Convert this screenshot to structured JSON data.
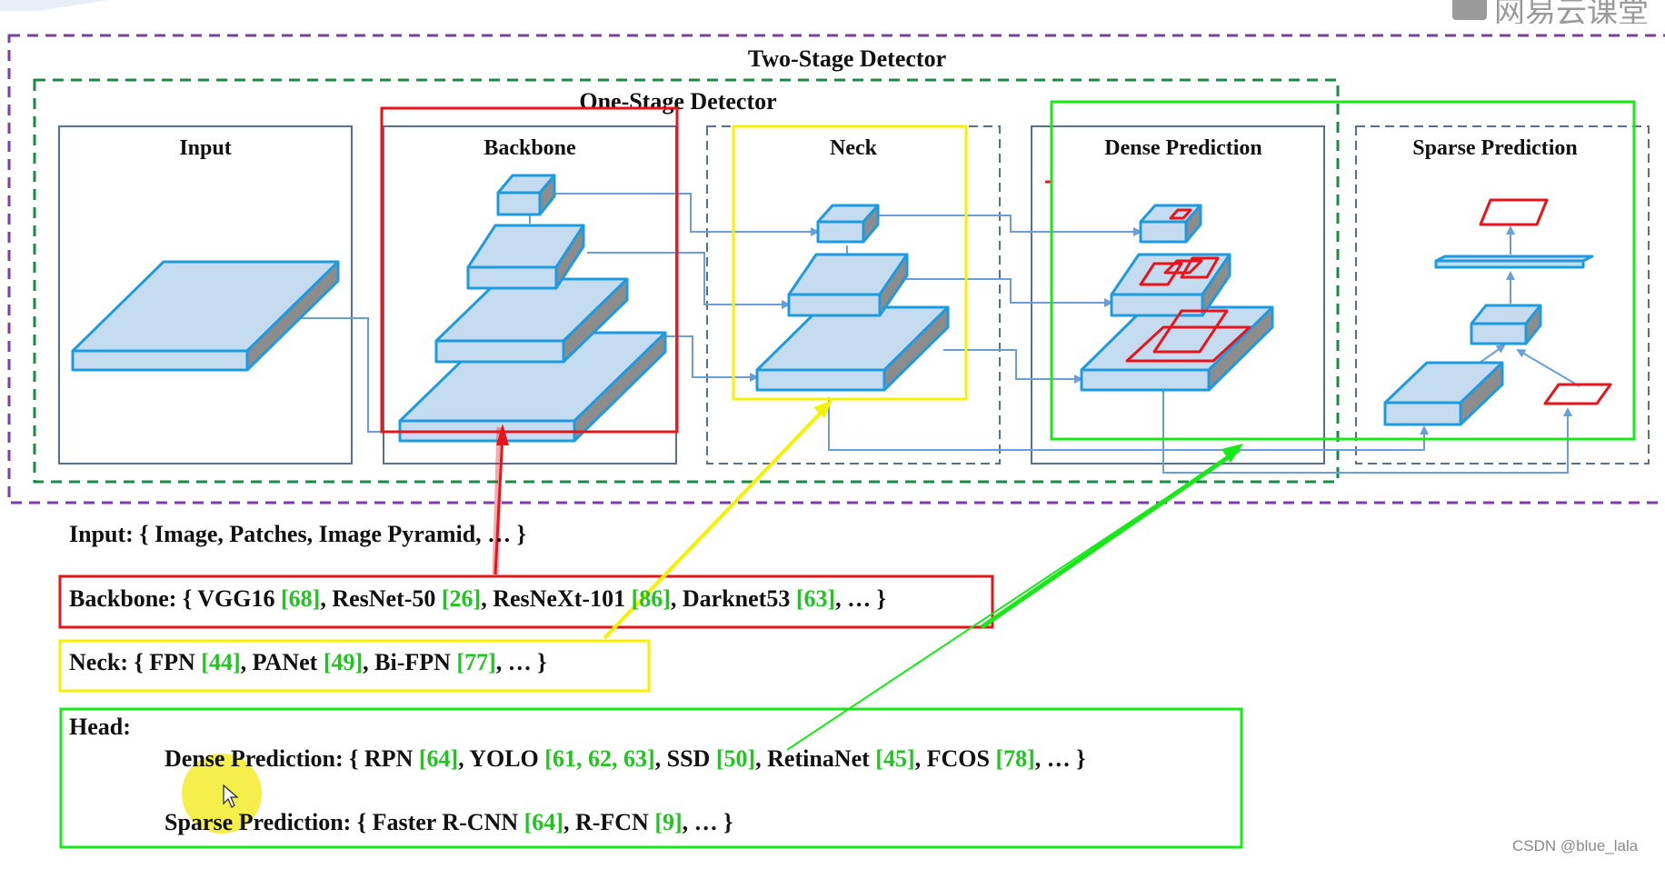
{
  "diagram": {
    "two_stage_title": "Two-Stage Detector",
    "one_stage_title": "One-Stage Detector",
    "stages": [
      {
        "id": "input",
        "label": "Input"
      },
      {
        "id": "backbone",
        "label": "Backbone"
      },
      {
        "id": "neck",
        "label": "Neck"
      },
      {
        "id": "dense",
        "label": "Dense Prediction"
      },
      {
        "id": "sparse",
        "label": "Sparse Prediction"
      }
    ]
  },
  "legend": {
    "input_line": "Input: { Image, Patches, Image Pyramid, … }",
    "backbone": {
      "prefix": "Backbone: { ",
      "items": [
        {
          "name": "VGG16 ",
          "ref": "[68]",
          "sep": ", "
        },
        {
          "name": "ResNet-50 ",
          "ref": "[26]",
          "sep": ", "
        },
        {
          "name": "ResNeXt-101 ",
          "ref": "[86]",
          "sep": ", "
        },
        {
          "name": "Darknet53 ",
          "ref": "[63]",
          "sep": ", … }"
        }
      ]
    },
    "neck": {
      "prefix": "Neck: { ",
      "items": [
        {
          "name": "FPN ",
          "ref": "[44]",
          "sep": ", "
        },
        {
          "name": "PANet ",
          "ref": "[49]",
          "sep": ", "
        },
        {
          "name": "Bi-FPN ",
          "ref": "[77]",
          "sep": ", … }"
        }
      ]
    },
    "head_label": "Head:",
    "dense": {
      "prefix": "Dense Prediction: { ",
      "items": [
        {
          "name": "RPN ",
          "ref": "[64]",
          "sep": ", "
        },
        {
          "name": "YOLO ",
          "ref": "[61, 62, 63]",
          "sep": ", "
        },
        {
          "name": "SSD ",
          "ref": "[50]",
          "sep": ", "
        },
        {
          "name": "RetinaNet ",
          "ref": "[45]",
          "sep": ", "
        },
        {
          "name": "FCOS ",
          "ref": "[78]",
          "sep": ", … }"
        }
      ]
    },
    "sparse": {
      "prefix": "Sparse Prediction: { ",
      "items": [
        {
          "name": "Faster R-CNN ",
          "ref": "[64]",
          "sep": ",  "
        },
        {
          "name": "R-FCN ",
          "ref": "[9]",
          "sep": ", … }"
        }
      ]
    }
  },
  "watermark": {
    "csdn": "CSDN @blue_lala",
    "logo_text": "网易云课堂"
  },
  "colors": {
    "purple_frame": "#7a3fa6",
    "green_frame": "#1a8a4a",
    "stage_box": "#5a6f8a",
    "block_fill": "#c5dcf0",
    "block_edge": "#1e9be0",
    "block_side": "#8c8c8c",
    "connector": "#6a9ed6",
    "highlight_red": "#e8141c",
    "highlight_yellow": "#f5f200",
    "highlight_green": "#17e817",
    "citation_green": "#22c422",
    "pointer_circle": "#f4ec2c"
  }
}
